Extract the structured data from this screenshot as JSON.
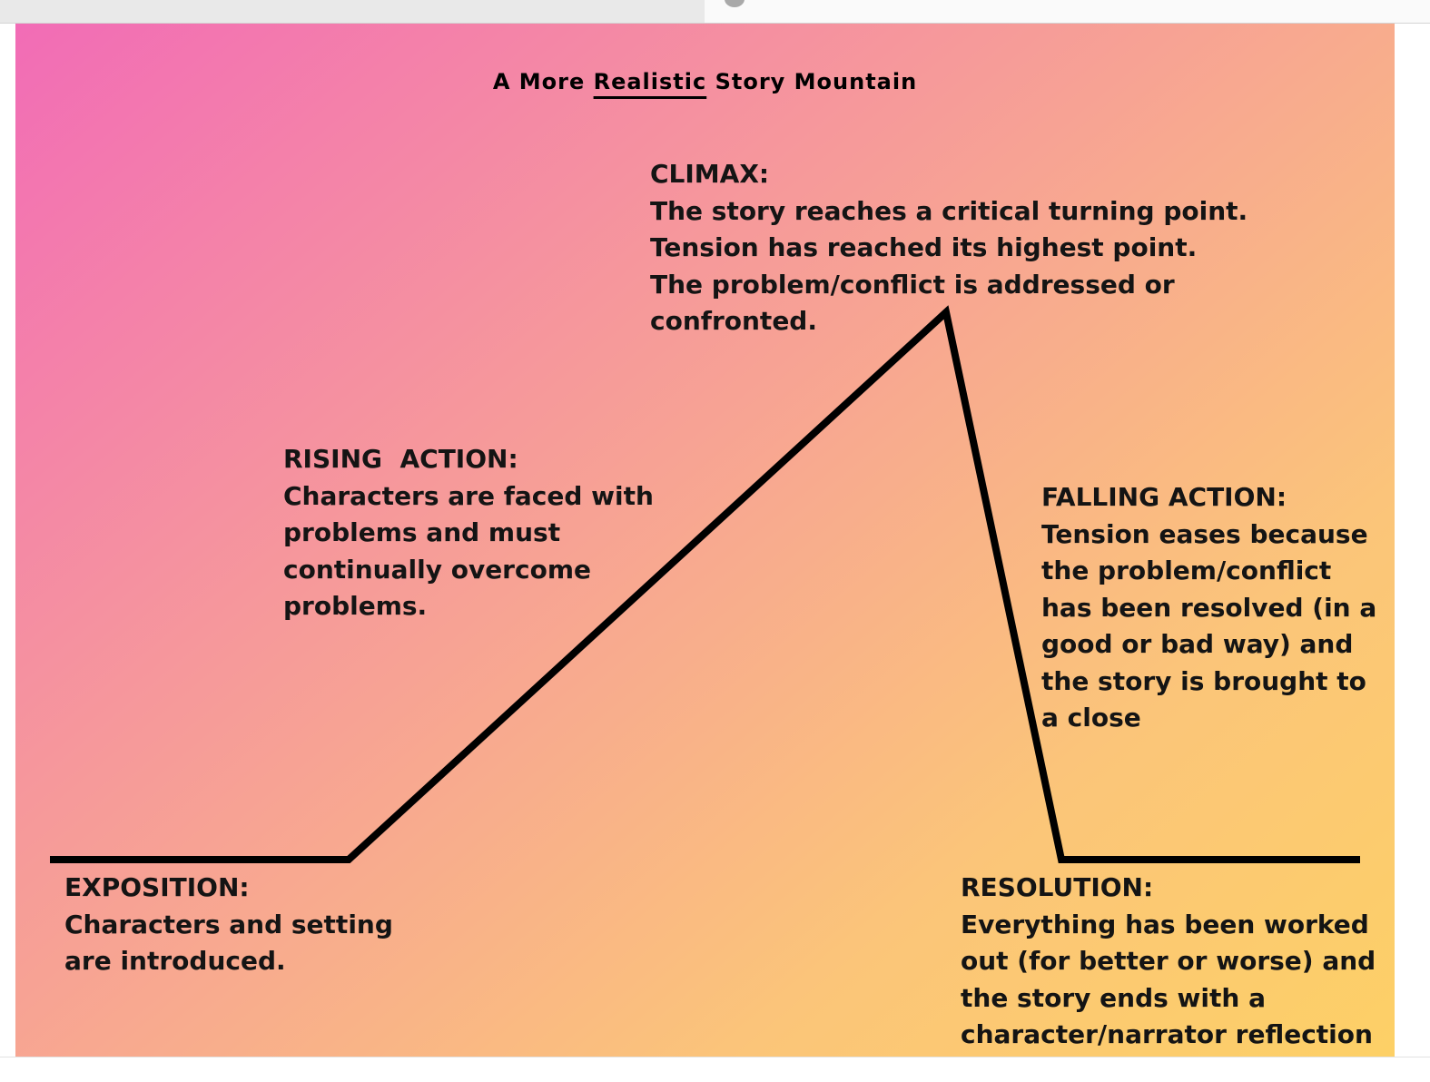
{
  "title": {
    "before": "A More ",
    "underlined": "Realistic",
    "after": " Story Mountain"
  },
  "stages": {
    "climax": {
      "heading": "CLIMAX:",
      "lines": [
        "The story reaches a critical turning point.",
        "Tension has reached its highest point.",
        "The problem/conflict is addressed or",
        "confronted."
      ]
    },
    "rising_action": {
      "heading": "RISING  ACTION:",
      "lines": [
        "Characters are faced with",
        "problems and must",
        "continually overcome",
        "problems."
      ]
    },
    "falling_action": {
      "heading": "FALLING ACTION:",
      "lines": [
        "Tension eases because",
        "the problem/conflict",
        "has been resolved (in a",
        "good or bad way) and",
        "the story is brought to",
        "a close"
      ]
    },
    "exposition": {
      "heading": "EXPOSITION:",
      "lines": [
        "Characters and setting",
        "are introduced."
      ]
    },
    "resolution": {
      "heading": "RESOLUTION:",
      "lines": [
        "Everything has been worked",
        "out (for better or worse) and",
        "the story ends with a",
        "character/narrator reflection"
      ]
    }
  },
  "colors": {
    "gradient_start": "#f26cb6",
    "gradient_end": "#fdd066",
    "line": "#000000",
    "text": "#141414"
  }
}
